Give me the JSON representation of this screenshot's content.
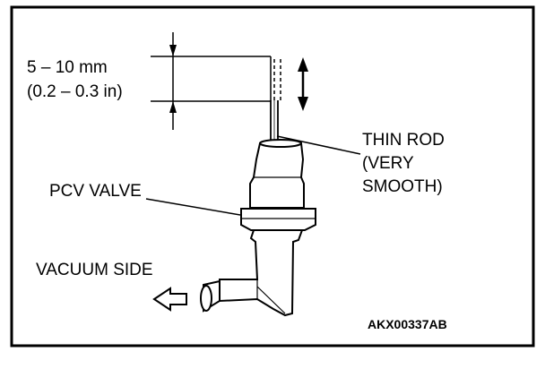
{
  "figure": {
    "dimension_line1": "5 – 10 mm",
    "dimension_line2": "(0.2 – 0.3 in)",
    "thin_rod_line1": "THIN ROD",
    "thin_rod_line2": "(VERY",
    "thin_rod_line3": "SMOOTH)",
    "pcv_valve_label": "PCV VALVE",
    "vacuum_side_label": "VACUUM SIDE",
    "figure_code": "AKX00337AB"
  }
}
